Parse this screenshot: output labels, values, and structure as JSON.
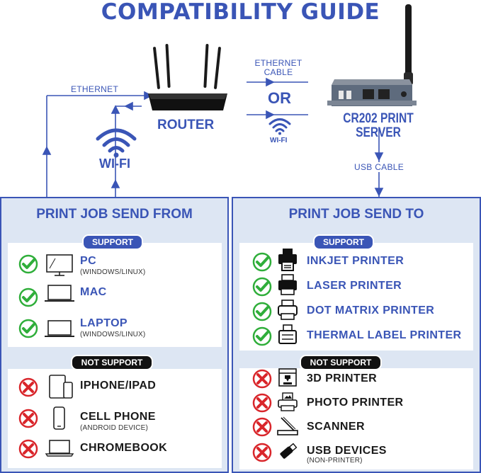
{
  "title": "COMPATIBILITY GUIDE",
  "topology": {
    "ethernet_label": "ETHERNET",
    "router_label": "ROUTER",
    "wifi_label": "WI-FI",
    "ethernet_cable_label_line1": "ETHERNET",
    "ethernet_cable_label_line2": "CABLE",
    "or_label": "OR",
    "wifi_small_label": "WI-FI",
    "server_label_line1": "CR202 PRINT",
    "server_label_line2": "SERVER",
    "usb_cable_label": "USB CABLE"
  },
  "left_panel": {
    "title": "PRINT JOB SEND FROM",
    "support_label": "SUPPORT",
    "support_items": [
      {
        "label": "PC",
        "sub": "(WINDOWS/LINUX)",
        "icon": "monitor-icon"
      },
      {
        "label": "MAC",
        "sub": "",
        "icon": "macbook-icon"
      },
      {
        "label": "LAPTOP",
        "sub": "(WINDOWS/LINUX)",
        "icon": "laptop-icon"
      }
    ],
    "not_support_label": "NOT SUPPORT",
    "not_support_items": [
      {
        "label": "IPHONE/IPAD",
        "sub": "",
        "icon": "tablet-phone-icon"
      },
      {
        "label": "CELL PHONE",
        "sub": "(ANDROID DEVICE)",
        "icon": "cell-phone-icon"
      },
      {
        "label": "CHROMEBOOK",
        "sub": "",
        "icon": "chromebook-icon"
      }
    ]
  },
  "right_panel": {
    "title": "PRINT JOB SEND TO",
    "support_label": "SUPPORT",
    "support_items": [
      {
        "label": "INKJET PRINTER",
        "icon": "inkjet-printer-icon"
      },
      {
        "label": "LASER PRINTER",
        "icon": "laser-printer-icon"
      },
      {
        "label": "DOT MATRIX PRINTER",
        "icon": "dot-matrix-printer-icon"
      },
      {
        "label": "THERMAL LABEL PRINTER",
        "icon": "thermal-printer-icon"
      }
    ],
    "not_support_label": "NOT SUPPORT",
    "not_support_items": [
      {
        "label": "3D PRINTER",
        "sub": "",
        "icon": "3d-printer-icon"
      },
      {
        "label": "PHOTO PRINTER",
        "sub": "",
        "icon": "photo-printer-icon"
      },
      {
        "label": "SCANNER",
        "sub": "",
        "icon": "scanner-icon"
      },
      {
        "label": "USB DEVICES",
        "sub": "(NON-PRINTER)",
        "icon": "usb-drive-icon"
      }
    ]
  },
  "colors": {
    "brand_blue": "#3a55b6",
    "panel_bg": "#dde6f3",
    "check_green": "#2fae3a",
    "cross_red": "#d9262b"
  }
}
